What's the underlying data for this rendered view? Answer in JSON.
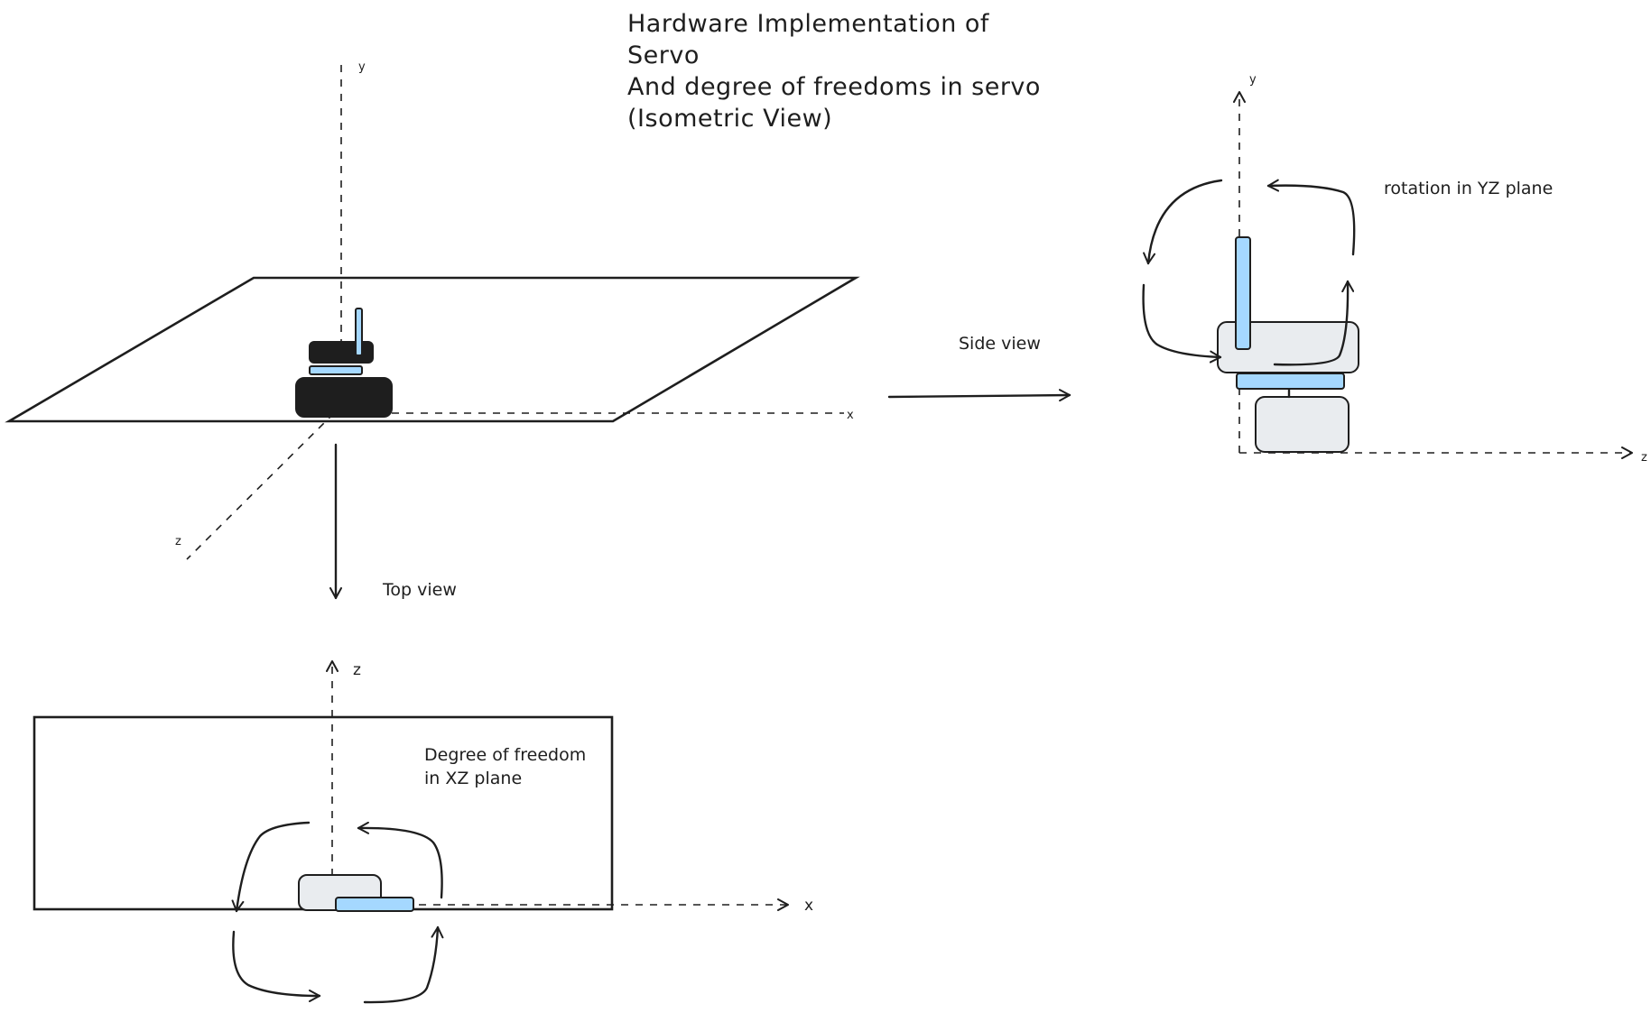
{
  "title": {
    "line1": "Hardware Implementation of",
    "line2": "Servo",
    "line3": "And degree of freedoms in servo",
    "line4": "(Isometric View)"
  },
  "labels": {
    "side_view": "Side view",
    "top_view": "Top view",
    "rotation_yz": "rotation in YZ plane",
    "dof_line1": "Degree of freedom",
    "dof_line2": "in XZ plane"
  },
  "axes": {
    "iso_y": "y",
    "iso_x": "x",
    "iso_z": "z",
    "side_y": "y",
    "side_z": "z",
    "top_z": "z",
    "top_x": "x"
  },
  "colors": {
    "stroke": "#1e1e1e",
    "blue": "#a5d8ff",
    "gray": "#e9ecef",
    "black": "#1e1e1e"
  }
}
